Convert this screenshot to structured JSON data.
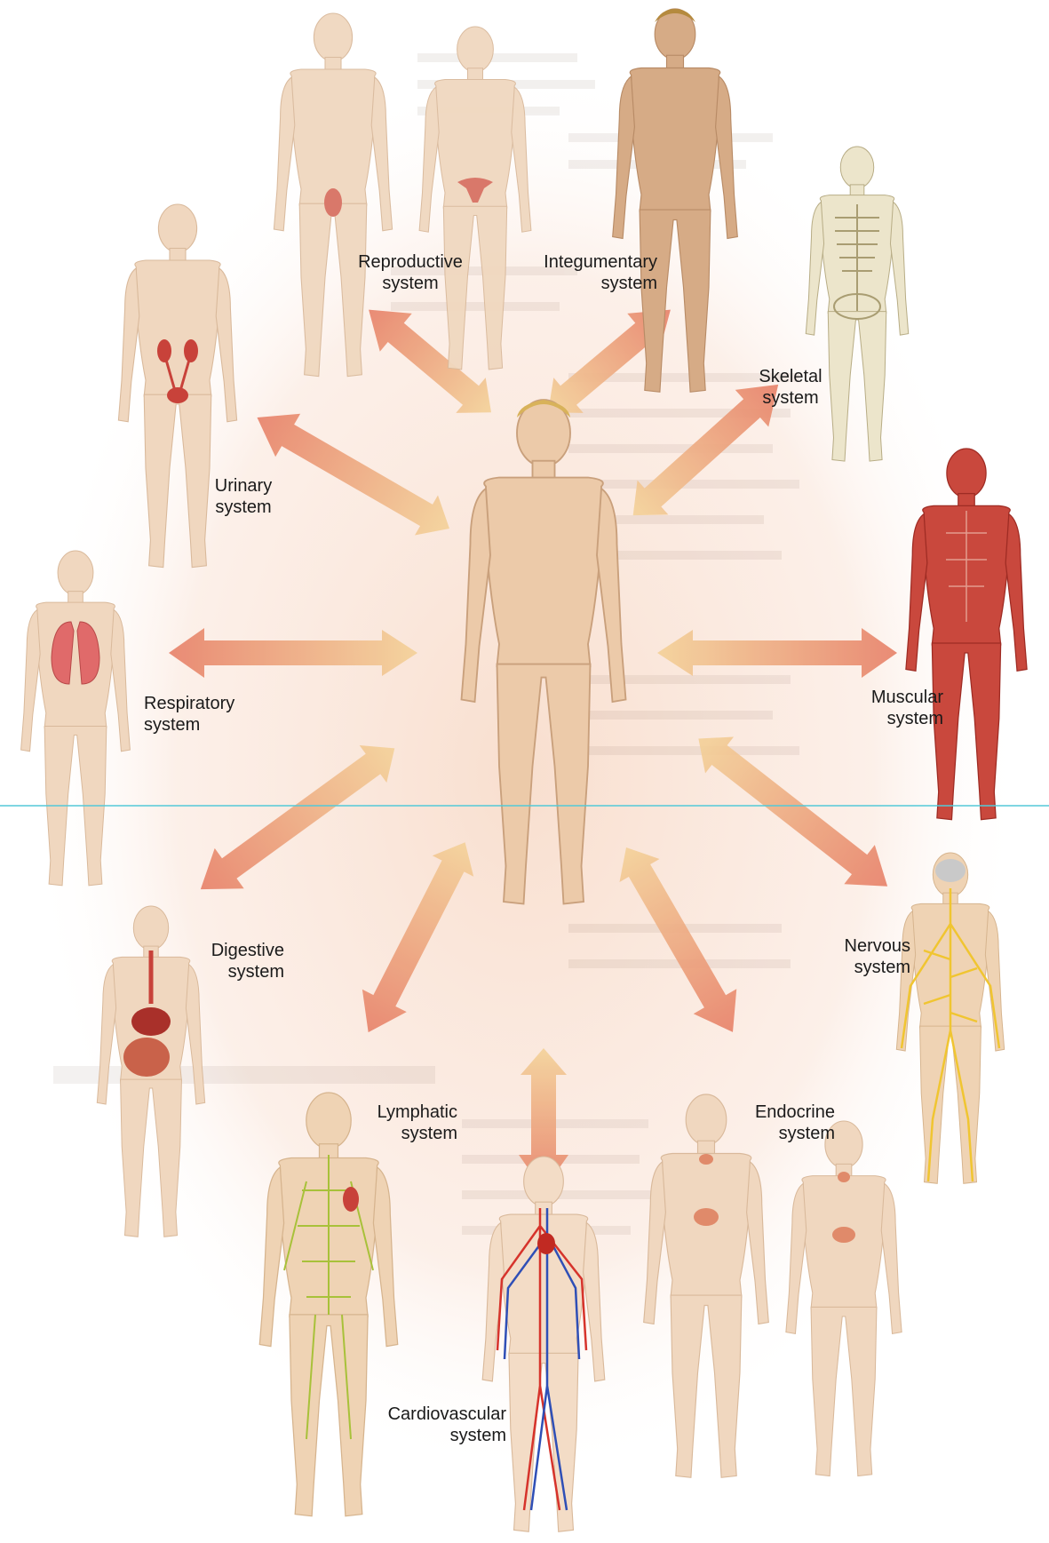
{
  "systems": {
    "reproductive": {
      "line1": "Reproductive",
      "line2": "system"
    },
    "integumentary": {
      "line1": "Integumentary",
      "line2": "system"
    },
    "skeletal": {
      "line1": "Skeletal",
      "line2": "system"
    },
    "urinary": {
      "line1": "Urinary",
      "line2": "system"
    },
    "muscular": {
      "line1": "Muscular",
      "line2": "system"
    },
    "respiratory": {
      "line1": "Respiratory",
      "line2": "system"
    },
    "nervous": {
      "line1": "Nervous",
      "line2": "system"
    },
    "digestive": {
      "line1": "Digestive",
      "line2": "system"
    },
    "lymphatic": {
      "line1": "Lymphatic",
      "line2": "system"
    },
    "endocrine": {
      "line1": "Endocrine",
      "line2": "system"
    },
    "cardiovascular": {
      "line1": "Cardiovascular",
      "line2": "system"
    }
  },
  "colors": {
    "skin": "#efd2b6",
    "skin_shade": "#d9ae8a",
    "arrow_outer": "#e8826a",
    "arrow_inner": "#f2cf8e",
    "muscle": "#c9483d",
    "nerve": "#f0c531",
    "lymph": "#a8c13a",
    "artery": "#d6332b",
    "vein": "#2f4fb6",
    "bone": "#eae3c7",
    "glow": "#f6d9c9"
  }
}
